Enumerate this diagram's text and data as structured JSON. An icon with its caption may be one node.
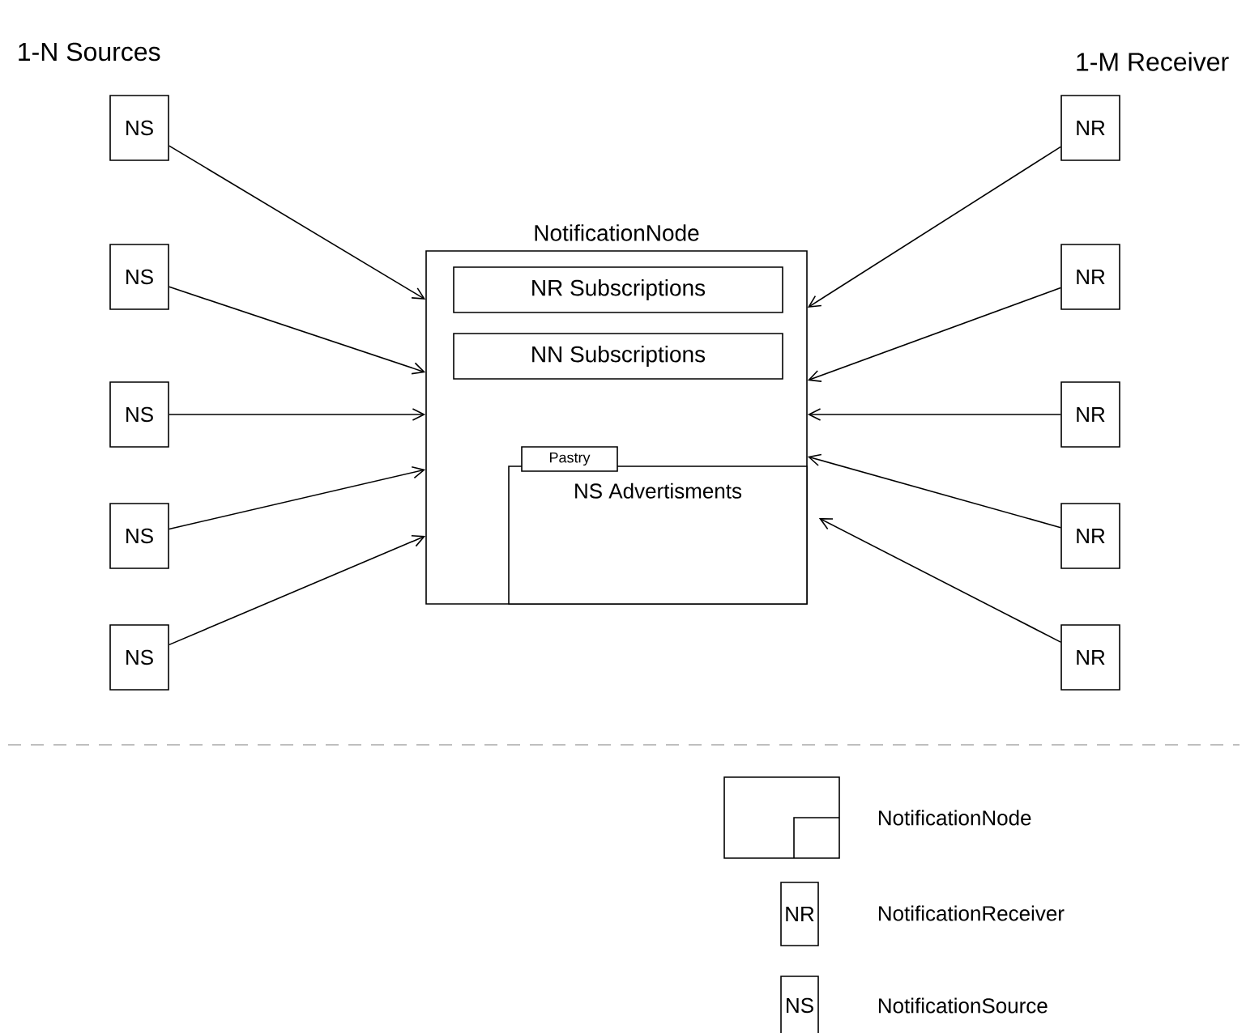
{
  "diagram": {
    "nodes": [
      {
        "text": [
          "NotificationNode"
        ]
      },
      {
        "text": [
          "NR Subscriptions"
        ],
        "in": 0
      },
      {
        "text": [
          "NN Subscriptions"
        ],
        "in": 0
      },
      {
        "text": [
          "NS Advertisments"
        ],
        "in": 0
      },
      {
        "text": [
          "Pastry"
        ],
        "in": 0
      },
      {
        "text": [
          "NS"
        ]
      },
      {
        "text": [
          "NS"
        ]
      },
      {
        "text": [
          "NS"
        ]
      },
      {
        "text": [
          "NS"
        ]
      },
      {
        "text": [
          "NS"
        ]
      },
      {
        "text": [
          "NR"
        ]
      },
      {
        "text": [
          "NR"
        ]
      },
      {
        "text": [
          "NR"
        ]
      },
      {
        "text": [
          "NR"
        ]
      },
      {
        "text": [
          "NR"
        ]
      }
    ],
    "edges": [
      {
        "from": 5,
        "to": 0,
        "arrow": "to"
      },
      {
        "from": 6,
        "to": 0,
        "arrow": "to"
      },
      {
        "from": 7,
        "to": 0,
        "arrow": "to"
      },
      {
        "from": 8,
        "to": 0,
        "arrow": "to"
      },
      {
        "from": 9,
        "to": 0,
        "arrow": "to"
      },
      {
        "from": 10,
        "to": 0,
        "arrow": "to"
      },
      {
        "from": 11,
        "to": 0,
        "arrow": "to"
      },
      {
        "from": 12,
        "to": 0,
        "arrow": "to"
      },
      {
        "from": 13,
        "to": 0,
        "arrow": "to"
      },
      {
        "from": 14,
        "to": 0,
        "arrow": "to"
      }
    ],
    "labels": [
      "1-N Sources",
      "1-M Receiver",
      "NR",
      "NS"
    ],
    "legend": [
      {
        "text": "NotificationNode"
      },
      {
        "text": "NotificationReceiver"
      },
      {
        "text": "NotificationSource"
      }
    ]
  }
}
